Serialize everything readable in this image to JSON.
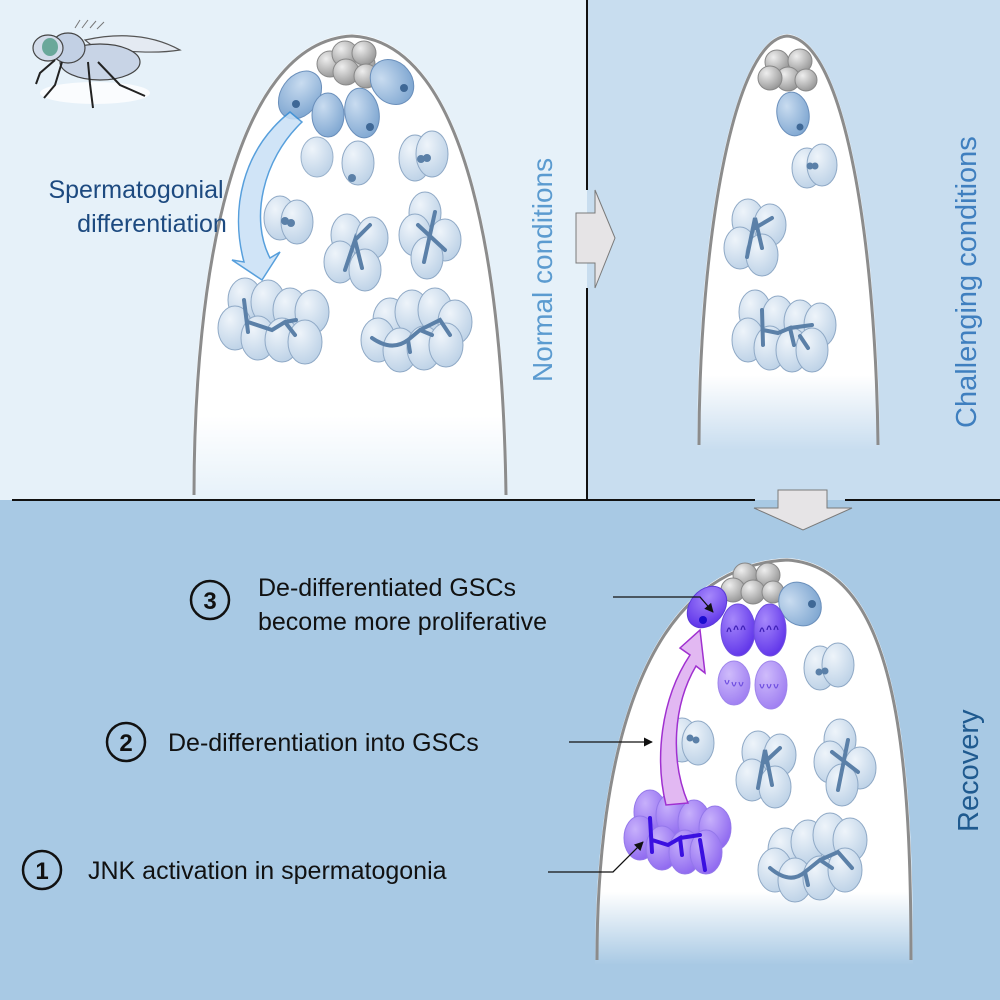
{
  "panels": {
    "normal": {
      "label": "Normal conditions",
      "bg": "#e6f1f9"
    },
    "challenging": {
      "label": "Challenging conditions",
      "bg": "#c8ddef"
    },
    "recovery": {
      "label": "Recovery",
      "bg": "#a8c9e4"
    }
  },
  "annotations": {
    "differentiation_line1": "Spermatogonial",
    "differentiation_line2": "differentiation"
  },
  "steps": [
    {
      "number": "1",
      "text": "JNK activation in spermatogonia"
    },
    {
      "number": "2",
      "text": "De-differentiation into GSCs"
    },
    {
      "number": "3",
      "line1": "De-differentiated GSCs",
      "line2": "become more proliferative"
    }
  ],
  "colors": {
    "label_normal": "#5b9bd0",
    "label_challenging": "#3f7fbf",
    "label_recovery": "#1f5a8f",
    "annotation_text": "#1d4a80",
    "cell_blue": "#8fb4da",
    "cell_pale": "#cfe0ef",
    "cell_purple": "#8a5cf0",
    "hub_gray": "#a8a8a8",
    "tissue_outline": "#8c8c8c",
    "arrow_gray": "#e6e4e6",
    "dediff_arrow": "#e2b8f2"
  },
  "icons": {
    "fly": "fruit-fly-icon"
  }
}
